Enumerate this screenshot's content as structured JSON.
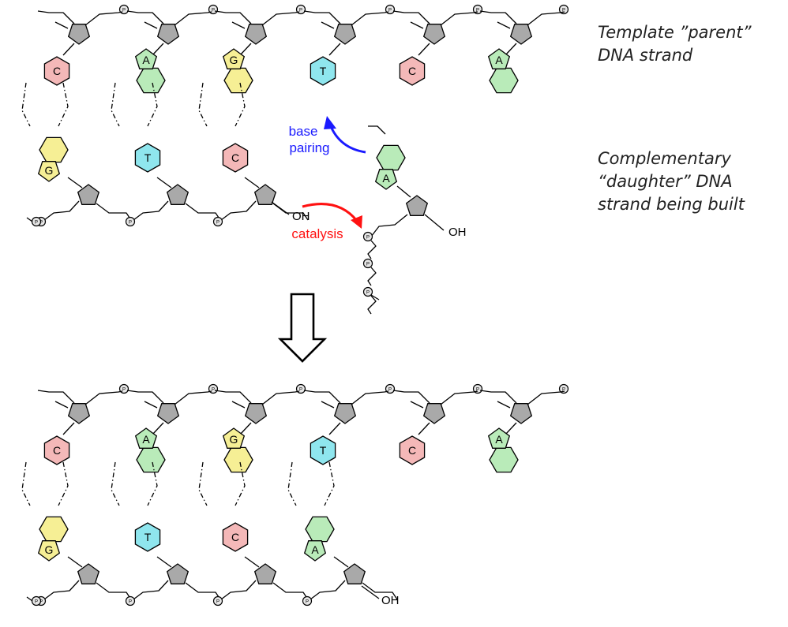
{
  "captions": {
    "template": [
      "Template ”parent”",
      "DNA strand"
    ],
    "daughter": [
      "Complementary",
      "“daughter” DNA",
      "strand being built"
    ]
  },
  "labels": {
    "base_pairing": [
      "base",
      "pairing"
    ],
    "catalysis": "catalysis",
    "hydroxyl": "OH",
    "phosphate": "P"
  },
  "template_bases": [
    "C",
    "A",
    "G",
    "T",
    "C",
    "A"
  ],
  "before": {
    "daughter_bases": [
      "G",
      "T",
      "C"
    ],
    "incoming_base": "A"
  },
  "after": {
    "daughter_bases": [
      "G",
      "T",
      "C",
      "A"
    ]
  },
  "colors": {
    "C": "#f4b8b8",
    "A": "#b9ebb9",
    "G": "#f6ef95",
    "T": "#8fe6ee",
    "sugar": "#a9a9a9",
    "base_pairing_arrow": "#1a1aff",
    "catalysis_arrow": "#ff1111"
  }
}
